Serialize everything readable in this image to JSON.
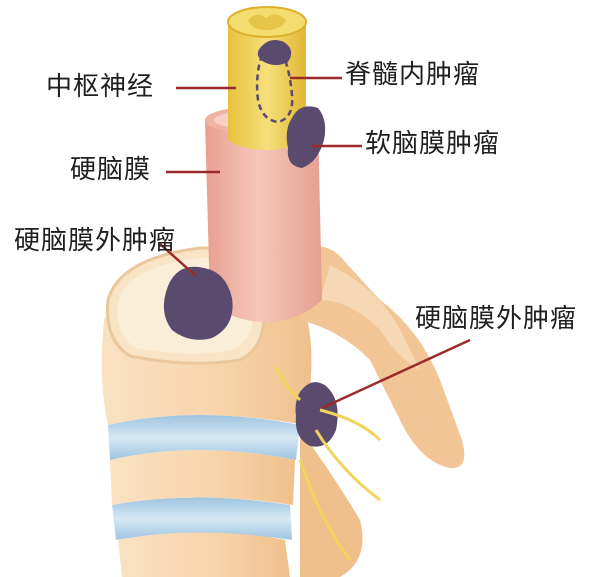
{
  "labels": {
    "cns": "中枢神经",
    "intramedullary_tumor": "脊髓内肿瘤",
    "leptomeningeal_tumor": "软脑膜肿瘤",
    "dura": "硬脑膜",
    "extradural_tumor_1": "硬脑膜外肿瘤",
    "extradural_tumor_2": "硬脑膜外肿瘤"
  },
  "colors": {
    "spinal_cord": "#f1d45c",
    "dura_sheath": "#efb3a6",
    "bone": "#f7d3a9",
    "disc": "#b7d5ea",
    "tumor": "#5a4a6e",
    "leader_line": "#9c2a2a"
  }
}
